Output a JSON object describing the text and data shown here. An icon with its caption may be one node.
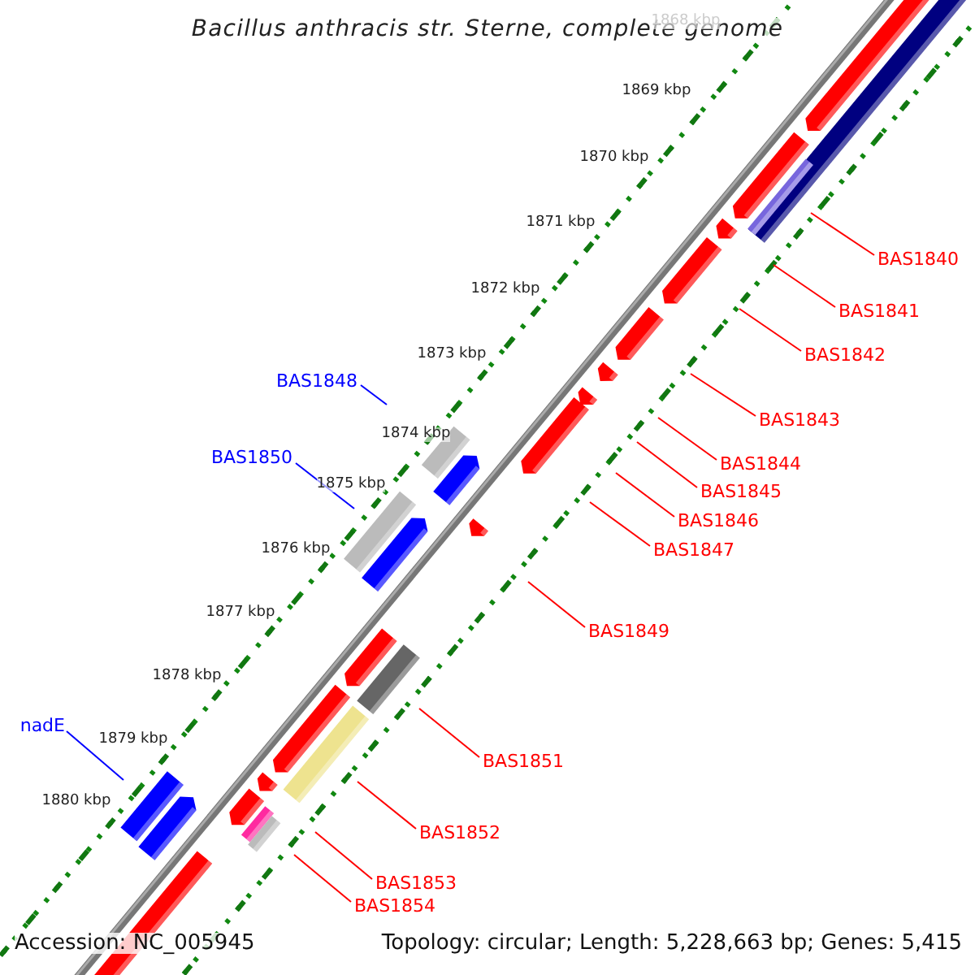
{
  "diagram": {
    "title": "Bacillus anthracis str. Sterne, complete genome",
    "nodes": [
      {
        "text": [
          "BAS1840"
        ]
      },
      {
        "text": [
          "BAS1841"
        ]
      },
      {
        "text": [
          "BAS1842"
        ]
      },
      {
        "text": [
          "BAS1848"
        ]
      },
      {
        "text": [
          "BAS1843"
        ]
      },
      {
        "text": [
          "BAS1850"
        ]
      },
      {
        "text": [
          "BAS1844"
        ]
      },
      {
        "text": [
          "BAS1845"
        ]
      },
      {
        "text": [
          "BAS1846"
        ]
      },
      {
        "text": [
          "BAS1847"
        ]
      },
      {
        "text": [
          "BAS1849"
        ]
      },
      {
        "text": [
          "nadE"
        ]
      },
      {
        "text": [
          "BAS1851"
        ]
      },
      {
        "text": [
          "BAS1852"
        ]
      },
      {
        "text": [
          "BAS1853"
        ]
      },
      {
        "text": [
          "BAS1854"
        ]
      }
    ],
    "edges": [
      {
        "from": 0,
        "to": null,
        "arrow": "none"
      },
      {
        "from": 1,
        "to": null,
        "arrow": "none"
      },
      {
        "from": 2,
        "to": null,
        "arrow": "none"
      },
      {
        "from": 3,
        "to": null,
        "arrow": "none",
        "color": "#0000ff"
      },
      {
        "from": 4,
        "to": null,
        "arrow": "none"
      },
      {
        "from": 5,
        "to": null,
        "arrow": "none",
        "color": "#0000ff"
      },
      {
        "from": 6,
        "to": null,
        "arrow": "none"
      },
      {
        "from": 7,
        "to": null,
        "arrow": "none"
      },
      {
        "from": 8,
        "to": null,
        "arrow": "none"
      },
      {
        "from": 9,
        "to": null,
        "arrow": "none"
      },
      {
        "from": 10,
        "to": null,
        "arrow": "none"
      },
      {
        "from": 11,
        "to": null,
        "arrow": "none",
        "color": "#0000ff"
      },
      {
        "from": 12,
        "to": null,
        "arrow": "none"
      },
      {
        "from": 13,
        "to": null,
        "arrow": "none"
      },
      {
        "from": 14,
        "to": null,
        "arrow": "none"
      },
      {
        "from": 15,
        "to": null,
        "arrow": "none"
      }
    ],
    "labels": [
      "1868 kbp",
      "1869 kbp",
      "1870 kbp",
      "1871 kbp",
      "1872 kbp",
      "1873 kbp",
      "1874 kbp",
      "1875 kbp",
      "1876 kbp",
      "1877 kbp",
      "1878 kbp",
      "1879 kbp",
      "1880 kbp",
      "Accession: NC_005945",
      "Topology: circular; Length: 5,228,663 bp; Genes: 5,415"
    ]
  }
}
